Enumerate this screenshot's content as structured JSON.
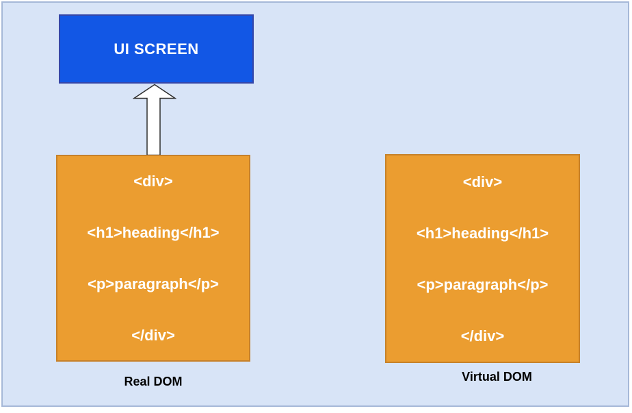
{
  "colors": {
    "canvas_bg": "#d8e4f7",
    "canvas_border": "#a6b8d8",
    "blue_fill": "#1257e5",
    "blue_border": "#3546a8",
    "orange_fill": "#eb9d30",
    "orange_border": "#c6812b",
    "arrow_fill": "#ffffff",
    "arrow_stroke": "#2f2f2f",
    "code_text": "#ffffff",
    "caption_text": "#000000"
  },
  "diagram": {
    "ui_screen": {
      "label": "UI SCREEN"
    },
    "arrow_icon": "up-arrow",
    "real_dom": {
      "code_lines": [
        "<div>",
        "<h1>heading</h1>",
        "<p>paragraph</p>",
        "</div>"
      ],
      "caption": "Real DOM"
    },
    "virtual_dom": {
      "code_lines": [
        "<div>",
        "<h1>heading</h1>",
        "<p>paragraph</p>",
        "</div>"
      ],
      "caption": "Virtual DOM"
    }
  }
}
